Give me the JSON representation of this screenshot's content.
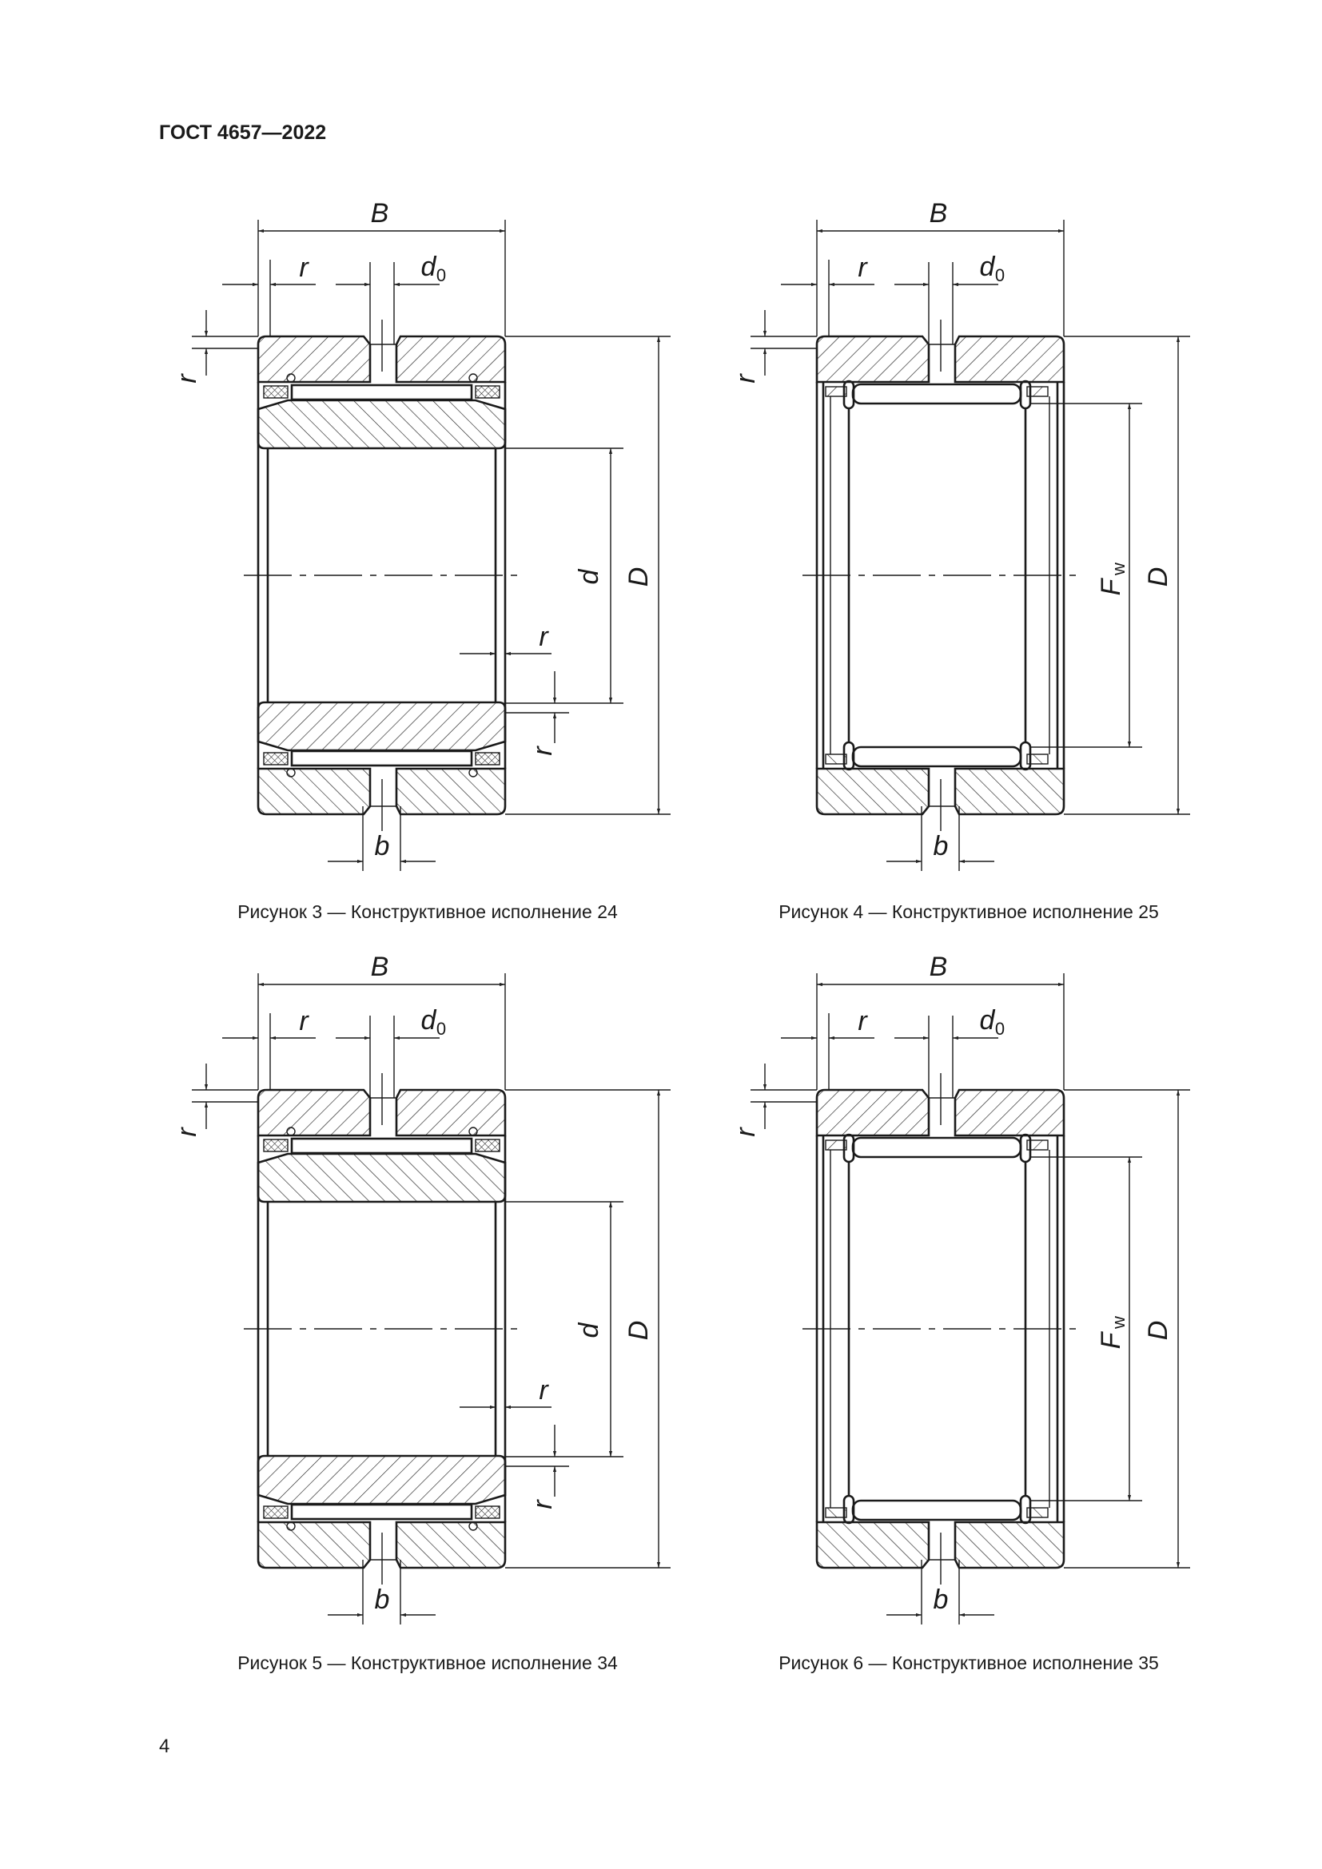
{
  "header": {
    "title": "ГОСТ 4657—2022"
  },
  "figures": [
    {
      "caption": "Рисунок 3 — Конструктивное исполнение 24",
      "variant": "inner-ring",
      "labels": {
        "B": "B",
        "r": "r",
        "d0": "d",
        "d0_sub": "0",
        "d": "d",
        "D": "D",
        "b": "b"
      }
    },
    {
      "caption": "Рисунок 4 — Конструктивное исполнение 25",
      "variant": "no-inner-ring",
      "labels": {
        "B": "B",
        "r": "r",
        "d0": "d",
        "d0_sub": "0",
        "Fw": "F",
        "Fw_sub": "w",
        "D": "D",
        "b": "b"
      }
    },
    {
      "caption": "Рисунок 5 — Конструктивное исполнение 34",
      "variant": "inner-ring",
      "labels": {
        "B": "B",
        "r": "r",
        "d0": "d",
        "d0_sub": "0",
        "d": "d",
        "D": "D",
        "b": "b"
      }
    },
    {
      "caption": "Рисунок 6 — Конструктивное исполнение 35",
      "variant": "no-inner-ring",
      "labels": {
        "B": "B",
        "r": "r",
        "d0": "d",
        "d0_sub": "0",
        "Fw": "F",
        "Fw_sub": "w",
        "D": "D",
        "b": "b"
      }
    }
  ],
  "page_number": "4"
}
